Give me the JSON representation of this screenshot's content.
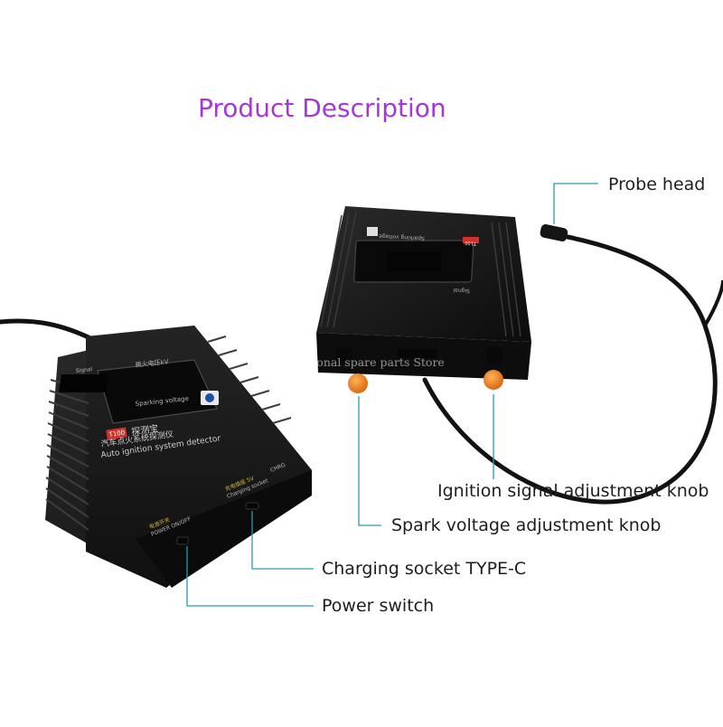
{
  "title": "Product Description",
  "watermark": "VN professional spare parts Store",
  "callouts": {
    "probe_head": "Probe head",
    "ignition_knob": "Ignition signal adjustment knob",
    "spark_knob": "Spark voltage adjustment knob",
    "charging_socket": "Charging socket  TYPE-C",
    "power_switch": "Power switch"
  },
  "device_front": {
    "model_badge": "T100",
    "name_cn": "探测宝",
    "subtitle_cn": "汽车点火系统探测仪",
    "subtitle_en": "Auto ignition system detector",
    "display_label_en": "Sparking voltage",
    "display_label_cn": "跳火电压kV",
    "signal_label": "Signal",
    "charging_label_cn": "充电插座 5V",
    "charging_label_en": "Charging socket",
    "charging_mark": "CHRG",
    "power_label_cn": "电源开关",
    "power_label_en": "POWER ON/OFF"
  },
  "device_back": {
    "display_label_en": "Sparking voltage",
    "signal_label": "Signal",
    "model_badge": "T100"
  },
  "colors": {
    "title": "#a437d9",
    "leader_line": "#2a9bb0",
    "device_body": "#161616",
    "knob": "#f07a12",
    "badge": "#d0312d",
    "device_text": "#b9b9b9"
  }
}
